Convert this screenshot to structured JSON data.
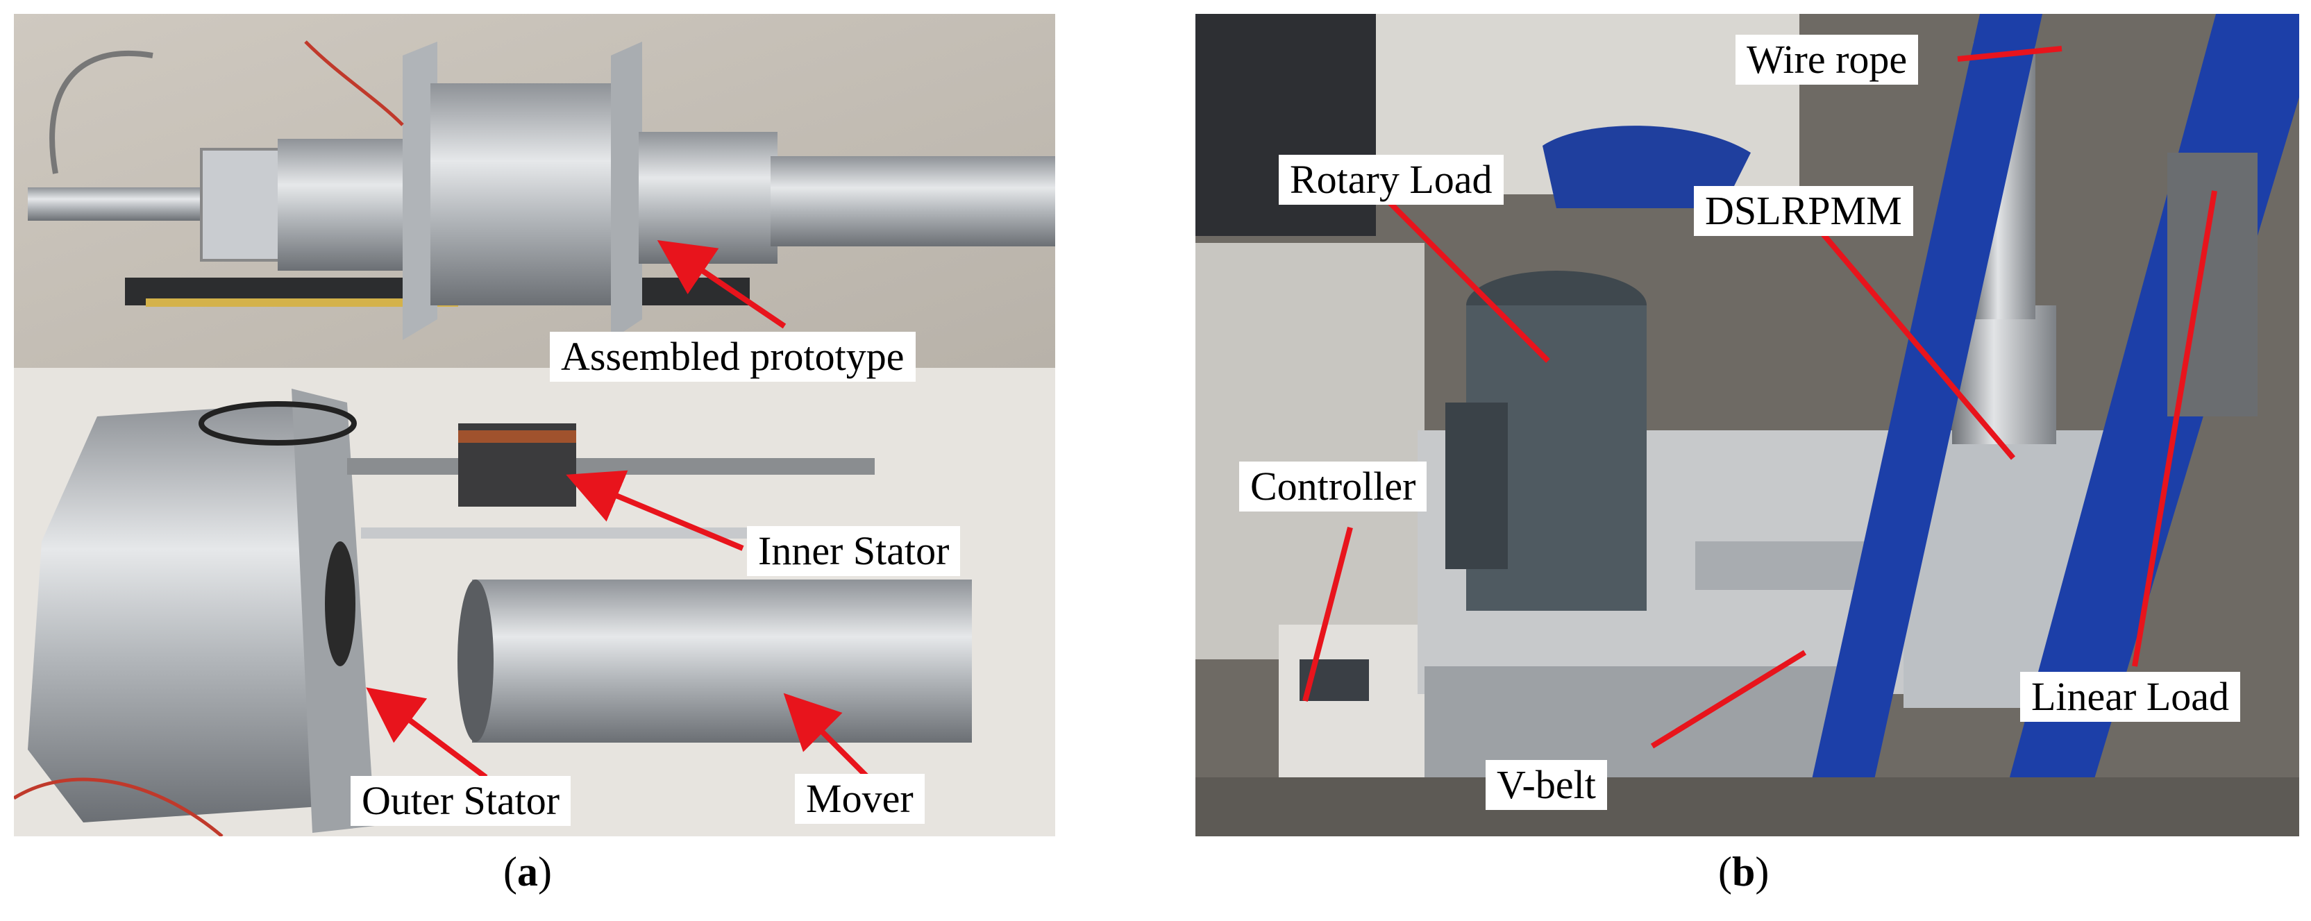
{
  "figure": {
    "panel_a": {
      "caption_letter": "a",
      "labels": {
        "assembled_prototype": "Assembled prototype",
        "inner_stator": "Inner Stator",
        "outer_stator": "Outer Stator",
        "mover": "Mover"
      }
    },
    "panel_b": {
      "caption_letter": "b",
      "labels": {
        "wire_rope": "Wire rope",
        "rotary_load": "Rotary Load",
        "dslrpmm": "DSLRPMM",
        "controller": "Controller",
        "linear_load": "Linear Load",
        "v_belt": "V-belt"
      }
    },
    "colors": {
      "arrow_red": "#e8141c",
      "frame_blue": "#1c3fa8",
      "metal_silver": "#b9bcbf",
      "motor_gray": "#4f5a61"
    }
  }
}
